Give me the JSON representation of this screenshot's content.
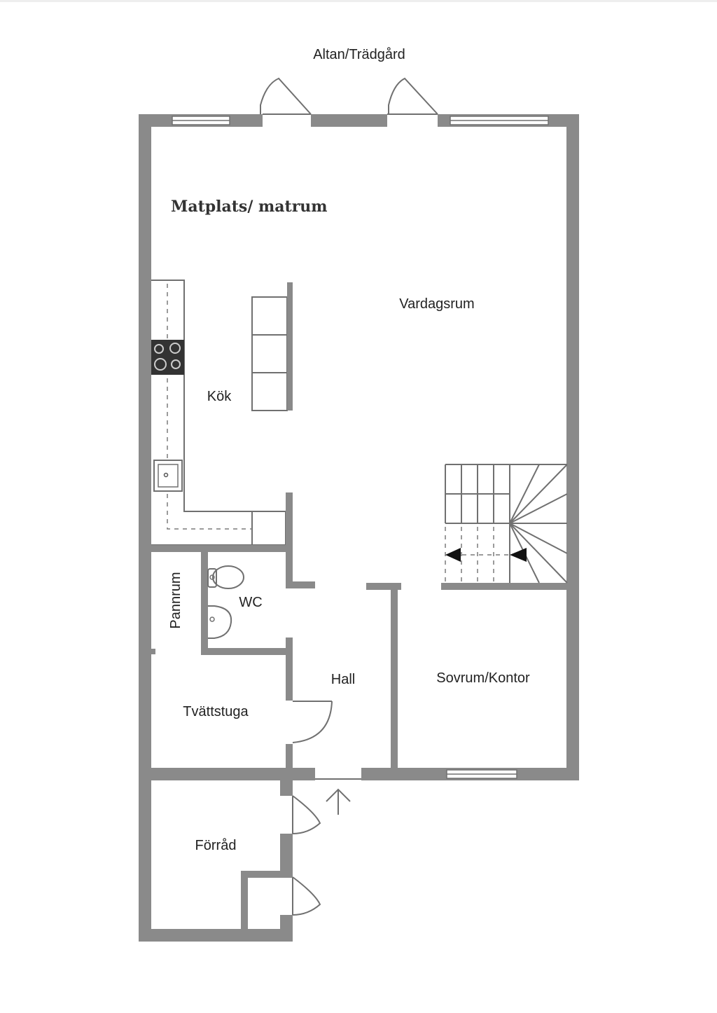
{
  "rooms": {
    "garden": "Altan/Trädgård",
    "dining": "Matplats/ matrum",
    "living": "Vardagsrum",
    "kitchen": "Kök",
    "boiler": "Pannrum",
    "wc": "WC",
    "hall": "Hall",
    "bedroom": "Sovrum/Kontor",
    "laundry": "Tvättstuga",
    "storage": "Förråd"
  },
  "colors": {
    "wall": "#8a8a8a",
    "line": "#707070",
    "text": "#222222"
  }
}
